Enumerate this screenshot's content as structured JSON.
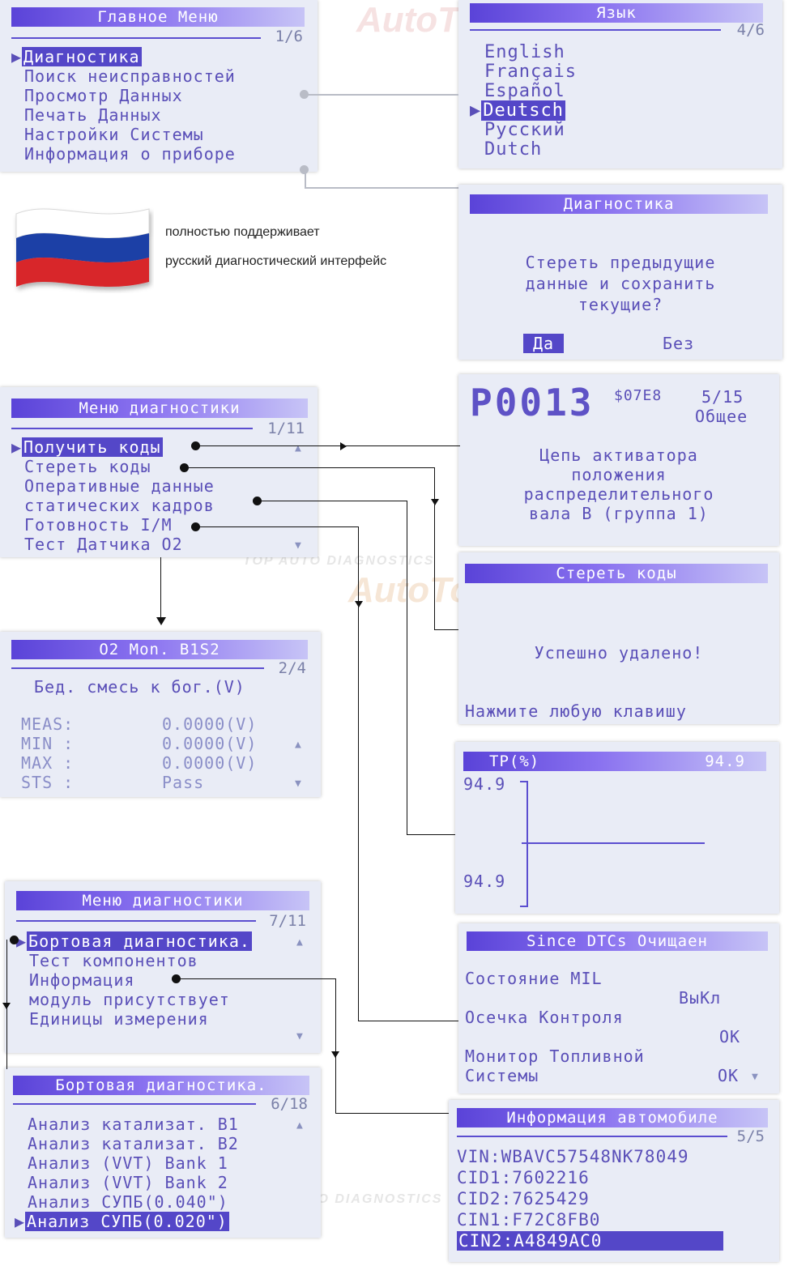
{
  "main_menu": {
    "title": "Главное Меню",
    "page": "1/6",
    "items": [
      "Диагностика",
      "Поиск неисправностей",
      "Просмотр Данных",
      "Печать Данных",
      "Настройки Системы",
      "Информация о приборе"
    ]
  },
  "language": {
    "title": "Язык",
    "page": "4/6",
    "items": [
      "English",
      "Français",
      "Español",
      "Deutsch",
      "Русский",
      "Dutch"
    ]
  },
  "confirm": {
    "title": "Диагностика",
    "message": [
      "Стереть предыдущие",
      "данные и сохранить",
      "текущие?"
    ],
    "yes": "Да",
    "no": "Без"
  },
  "promo": {
    "line1": "полностью поддерживает",
    "line2": "русский диагностический интерфейс",
    "flag_colors": [
      "#ffffff",
      "#1c3fa6",
      "#d8262c"
    ]
  },
  "diag_menu": {
    "title": "Меню диагностики",
    "page": "1/11",
    "items": [
      "Получить коды",
      "Стереть коды",
      "Оперативные данные",
      "статических кадров",
      "Готовность I/M",
      "Тест Датчика O2"
    ]
  },
  "dtc": {
    "code": "P0013",
    "ecu": "$07E8",
    "count": "5/15",
    "type": "Общее",
    "desc": [
      "Цепь активатора",
      "положения",
      "распределительного",
      "вала B (группа 1)"
    ]
  },
  "erase": {
    "title": "Стереть коды",
    "message": "Успешно удалено!",
    "prompt": "Нажмите любую клавишу"
  },
  "o2": {
    "title": "O2 Mon. B1S2",
    "page": "2/4",
    "subtitle": "Бед. смесь к бог.(V)",
    "rows": [
      {
        "label": "MEAS:",
        "value": "0.0000(V)"
      },
      {
        "label": "MIN :",
        "value": "0.0000(V)"
      },
      {
        "label": "MAX :",
        "value": "0.0000(V)"
      },
      {
        "label": "STS :",
        "value": "Pass"
      }
    ]
  },
  "graph": {
    "title": "TP(%)",
    "value": "94.9",
    "ymax": "94.9",
    "ymin": "94.9"
  },
  "diag_menu2": {
    "title": "Меню диагностики",
    "page": "7/11",
    "items": [
      "Бортовая диагностика.",
      "Тест компонентов",
      "Информация",
      "модуль присутствует",
      "Единицы измерения"
    ]
  },
  "since": {
    "title": "Since DTCs Очищаен",
    "rows": [
      {
        "label": "Состояние MIL",
        "value": "ВыКл"
      },
      {
        "label": "Осечка Контроля",
        "value": "OK"
      },
      {
        "label": "Монитор Топливной",
        "value": ""
      },
      {
        "label": "Системы",
        "value": "OK"
      }
    ]
  },
  "onboard": {
    "title": "Бортовая диагностика.",
    "page": "6/18",
    "items": [
      "Анализ катализат. B1",
      "Анализ катализат. B2",
      "Анализ (VVT) Bank 1",
      "Анализ (VVT) Bank 2",
      "Анализ СУПБ(0.040\")",
      "Анализ СУПБ(0.020\")"
    ]
  },
  "vehicle": {
    "title": "Информация автомобиле",
    "page": "5/5",
    "lines": [
      "VIN:WBAVC57548NK78049",
      "CID1:7602216",
      "CID2:7625429",
      "CIN1:F72C8FB0",
      "CIN2:A4849AC0"
    ]
  },
  "watermark": {
    "brand": "AutoTop",
    "tagline": "TOP AUTO DIAGNOSTICS"
  }
}
